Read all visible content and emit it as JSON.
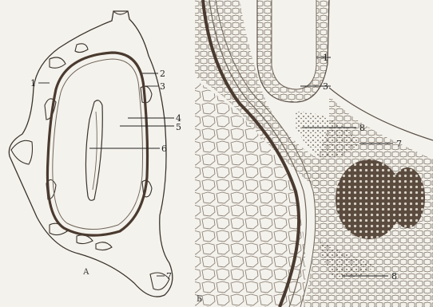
{
  "panels": {
    "a": {
      "letter": "А",
      "labels": [
        "1",
        "2",
        "3",
        "4",
        "5",
        "6",
        "7"
      ]
    },
    "b": {
      "letter": "Б",
      "labels": [
        "1",
        "3",
        "8",
        "7",
        "8"
      ]
    }
  },
  "colors": {
    "background": "#f4f2ec",
    "ink": "#2b2520",
    "cell_wall": "#6f655a",
    "dark_tissue": "#4a3a2f"
  }
}
